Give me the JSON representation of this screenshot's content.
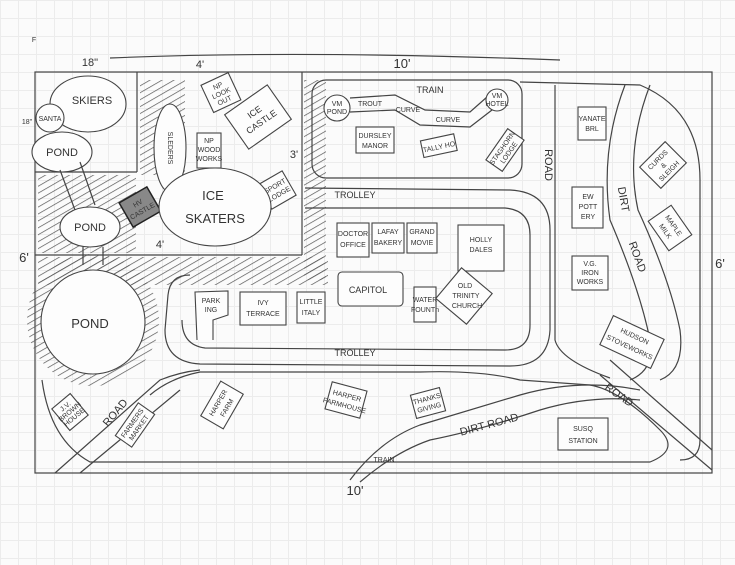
{
  "dimensions": {
    "top_left": "18\"",
    "top_mid": "4'",
    "top_right": "10'",
    "left_top": "18\"",
    "left": "6'",
    "mid": "3'",
    "mid_bottom": "4'",
    "right": "6'",
    "bottom": "10'",
    "corner": "F"
  },
  "winter": {
    "skiers": "SKIERS",
    "santa": "SANTA",
    "pond1": "POND",
    "pond2": "POND",
    "pond3": "POND",
    "sledders": "SLEDERS",
    "np_lookout": [
      "NP",
      "LOOK",
      "OUT"
    ],
    "np_woodworks": [
      "NP",
      "WOOD",
      "WORKS"
    ],
    "ice_castle": [
      "ICE",
      "CASTLE"
    ],
    "mini_castle": [
      "HV",
      "CASTLE"
    ],
    "ice_skaters": [
      "ICE",
      "SKATERS"
    ],
    "sport_lodge": [
      "SPORT",
      "LODGE"
    ]
  },
  "north": {
    "train": "TRAIN",
    "vm_pond": [
      "VM",
      "POND"
    ],
    "trout": "TROUT",
    "curve1": "CURVE",
    "curve2": "CURVE",
    "vm_hotel": [
      "VM",
      "HOTEL"
    ],
    "dursley_manor": [
      "DURSLEY",
      "MANOR"
    ],
    "tally_ho": "TALLY HO",
    "staghorn_lodge": [
      "STAGHORN",
      "LODGE"
    ]
  },
  "town": {
    "trolley_top": "TROLLEY",
    "trolley_bottom": "TROLLEY",
    "doctor_office": [
      "DOCTOR",
      "OFFICE"
    ],
    "lafay_bakery": [
      "LAFAY",
      "BAKERY"
    ],
    "grand_movie": [
      "GRAND",
      "MOVIE"
    ],
    "holly_dales": [
      "HOLLY",
      "DALES"
    ],
    "capitol": "CAPITOL",
    "water_fountain": [
      "WATER",
      "FOUNTn"
    ],
    "old_trinity_church": [
      "OLD",
      "TRINITY",
      "CHURCH"
    ],
    "parking": [
      "PARK",
      "ING"
    ],
    "ivy_terrace": [
      "IVY",
      "TERRACE"
    ],
    "little_italy": [
      "LITTLE",
      "ITALY"
    ]
  },
  "east": {
    "road": "ROAD",
    "yanate": [
      "YANATE",
      "BRL"
    ],
    "ew_pottery": [
      "EW",
      "POTT",
      "ERY"
    ],
    "vg_ironworks": [
      "V.G.",
      "IRON",
      "WORKS"
    ],
    "curds_sleigh": [
      "CURDS",
      "&",
      "SLEIGH"
    ],
    "maple_milk": [
      "MAPLE",
      "MILK"
    ],
    "dirt": "DIRT",
    "road2": "ROAD",
    "hudson": [
      "HUDSON",
      "STOVEWORKS"
    ]
  },
  "south": {
    "jv_brown": [
      "J.V.",
      "BROWN",
      "HOUSE"
    ],
    "road_left": "ROAD",
    "farmers_market": [
      "FARMERS",
      "MARKET"
    ],
    "harper_farm": [
      "HARPER",
      "FARM"
    ],
    "harper_farmhouse": [
      "HARPER",
      "FARMHOUSE"
    ],
    "thanksgiving": [
      "THANKS",
      "GIVING"
    ],
    "dirt_road": "DIRT ROAD",
    "susq_station": [
      "SUSQ",
      "STATION"
    ],
    "train": "TRAIN",
    "road_right": "ROAD"
  }
}
